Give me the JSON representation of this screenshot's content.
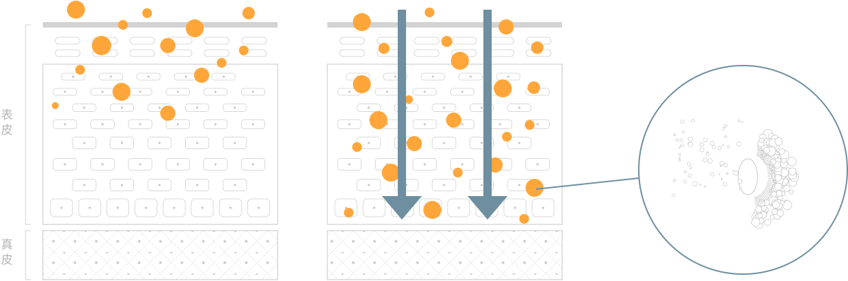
{
  "labels": {
    "epidermis": [
      "表",
      "皮"
    ],
    "dermis": [
      "真",
      "皮"
    ]
  },
  "colors": {
    "particle": "#FFA63A",
    "arrow": "#6E8F9F",
    "outline": "#D8D8D8",
    "bar": "#D3D3D3",
    "magnifier": "#6E8F9F"
  },
  "icons": {
    "arrow": "down-arrow-icon",
    "nanoparticle": "nanoparticle-icon"
  }
}
